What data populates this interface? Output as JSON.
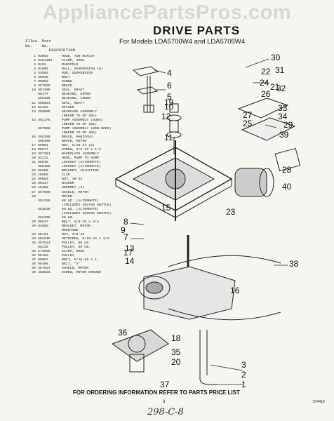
{
  "watermark": "AppliancePartsPros.com",
  "title": "DRIVE PARTS",
  "subtitle": "For Models LDA5700W4 and LDA5705W4",
  "table_head": {
    "illus": "Illus. Part",
    "no": "No.    No.",
    "description": "DESCRIPTION"
  },
  "parts": [
    {
      "num": "1",
      "part": "93653",
      "desc": "HOSE, TUB OUTLET"
    },
    {
      "num": "2",
      "part": "9481303",
      "desc": "CLAMP, HOSE"
    },
    {
      "num": "3",
      "part": "8491",
      "desc": "MANIFOLD"
    },
    {
      "num": "4",
      "part": "91902",
      "desc": "BALL, SUSPENSION (6)"
    },
    {
      "num": "5",
      "part": "83584",
      "desc": "ROD, SUSPENSION"
    },
    {
      "num": "6",
      "part": "95946",
      "desc": "BOLT"
    },
    {
      "num": "7",
      "part": "95962",
      "desc": "SCREW"
    },
    {
      "num": "8",
      "part": "357038",
      "desc": "BRACE"
    },
    {
      "num": "10",
      "part": "357409",
      "desc": "SEAL, SHAFT"
    },
    {
      "num": "",
      "part": "96277",
      "desc": "BEARING, UPPER"
    },
    {
      "num": "",
      "part": "356196",
      "desc": "BEARING, LOWER"
    },
    {
      "num": "11",
      "part": "358924",
      "desc": "SEAL, SHAFT"
    },
    {
      "num": "12",
      "part": "92429",
      "desc": "SPACER"
    },
    {
      "num": "13",
      "part": "358966",
      "desc": "GEARCASE ASSEMBLY"
    },
    {
      "num": "",
      "part": "",
      "desc": "(REFER TO SP 362)"
    },
    {
      "num": "15",
      "part": "362175",
      "desc": "PUMP ASSEMBLY (SUDS)"
    },
    {
      "num": "",
      "part": "",
      "desc": "(REFER TO SP 362)"
    },
    {
      "num": "",
      "part": "367068",
      "desc": "PUMP ASSEMBLY (NON-SUDS)"
    },
    {
      "num": "",
      "part": "",
      "desc": "(REFER TO SP 362)"
    },
    {
      "num": "16",
      "part": "358100",
      "desc": "BRACE, MANIFOLD"
    },
    {
      "num": "",
      "part": "358499",
      "desc": "BRACE, MOTOR"
    },
    {
      "num": "17",
      "part": "96001",
      "desc": "NUT, 5/16-24 (2)"
    },
    {
      "num": "18",
      "part": "90677",
      "desc": "SCREW, 3/8-16 x 1/2"
    },
    {
      "num": "19",
      "part": "357361",
      "desc": "BASEPLATE ASSEMBLY"
    },
    {
      "num": "20",
      "part": "92211",
      "desc": "HOSE, PUMP TO SUMP"
    },
    {
      "num": "21",
      "part": "96816",
      "desc": "LOCKOUT (ALTERNATE)"
    },
    {
      "num": "",
      "part": "358166",
      "desc": "LOCKOUT (ALTERNATE)"
    },
    {
      "num": "22",
      "part": "85386",
      "desc": "BRACKET, ADJUSTING"
    },
    {
      "num": "23",
      "part": "16565",
      "desc": "CLIP"
    },
    {
      "num": "24",
      "part": "90663",
      "desc": "NUT, 10-32"
    },
    {
      "num": "25",
      "part": "90317",
      "desc": "WASHER"
    },
    {
      "num": "26",
      "part": "19358",
      "desc": "GROMMET (4)"
    },
    {
      "num": "27",
      "part": "357598",
      "desc": "SHIELD, MOTOR"
    },
    {
      "num": "28",
      "part": "",
      "desc": "MOTOR"
    },
    {
      "num": "",
      "part": "361326",
      "desc": "60 HZ. (ALTERNATE)"
    },
    {
      "num": "",
      "part": "",
      "desc": "(INCLUDES 362758 SWITCH)"
    },
    {
      "num": "",
      "part": "362836",
      "desc": "60 HZ. (ALTERNATE)"
    },
    {
      "num": "",
      "part": "",
      "desc": "(INCLUDES 362036 SWITCH)"
    },
    {
      "num": "",
      "part": "363199",
      "desc": "50 HZ."
    },
    {
      "num": "29",
      "part": "98537",
      "desc": "BOLT, 5/8-16 x 3/4"
    },
    {
      "num": "30",
      "part": "93569",
      "desc": "BRACKET, MOTOR"
    },
    {
      "num": "",
      "part": "",
      "desc": "MOUNTING"
    },
    {
      "num": "32",
      "part": "90721",
      "desc": "NUT, 3/8-16"
    },
    {
      "num": "33",
      "part": "352345",
      "desc": "SETSCREW, 5/16-24 x 1/2"
    },
    {
      "num": "34",
      "part": "357514",
      "desc": "PULLEY, 60 HZ."
    },
    {
      "num": "",
      "part": "95219",
      "desc": "PULLEY, 50 HZ."
    },
    {
      "num": "35",
      "part": "273958",
      "desc": "CLAMP, HOSE"
    },
    {
      "num": "36",
      "part": "96163",
      "desc": "PULLEY"
    },
    {
      "num": "37",
      "part": "90867",
      "desc": "BOLT, 5/16-18 x 1"
    },
    {
      "num": "38",
      "part": "95405",
      "desc": "BELT, \"V\""
    },
    {
      "num": "39",
      "part": "357537",
      "desc": "SHIELD, MOTOR"
    },
    {
      "num": "40",
      "part": "358034",
      "desc": "SCREW, MOTOR GROUND"
    }
  ],
  "callouts": [
    "1",
    "2",
    "3",
    "4",
    "5",
    "6",
    "7",
    "8",
    "9",
    "10",
    "11",
    "12",
    "13",
    "14",
    "15",
    "16",
    "17",
    "18",
    "19",
    "20",
    "21",
    "22",
    "23",
    "24",
    "25",
    "26",
    "27",
    "28",
    "29",
    "30",
    "31",
    "32",
    "33",
    "34",
    "35",
    "36",
    "37",
    "38",
    "39",
    "40"
  ],
  "footer_note": "FOR ORDERING INFORMATION REFER TO PARTS PRICE LIST",
  "page_number": "3",
  "doc_code": "574419",
  "handwritten_note": "298-C-8"
}
